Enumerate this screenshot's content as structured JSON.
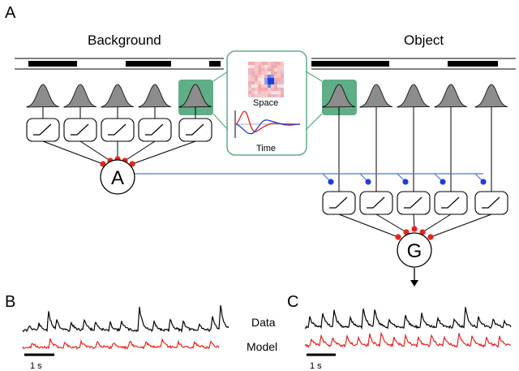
{
  "panels": {
    "a": "A",
    "b": "B",
    "c": "C"
  },
  "headers": {
    "background": "Background",
    "object": "Object"
  },
  "inset": {
    "space": "Space",
    "time": "Time"
  },
  "nodes": {
    "amacrine": "A",
    "ganglion": "G"
  },
  "legend_b": {
    "data": "Data",
    "model": "Model",
    "scale": "1 s"
  },
  "legend_c": {
    "scale": "1 s"
  },
  "colors": {
    "subunit_highlight": "#5fae85",
    "gaussian_fill": "#8c8c8c",
    "synapse_red": "#e8231c",
    "synapse_blue": "#1f3fd6",
    "feedback_line": "#4a78d8",
    "data_trace": "#000000",
    "model_trace": "#e8231c"
  },
  "icons": [
    "gaussian-receptive-field-icon",
    "nonlinearity-ramp-icon",
    "output-arrow-icon"
  ]
}
